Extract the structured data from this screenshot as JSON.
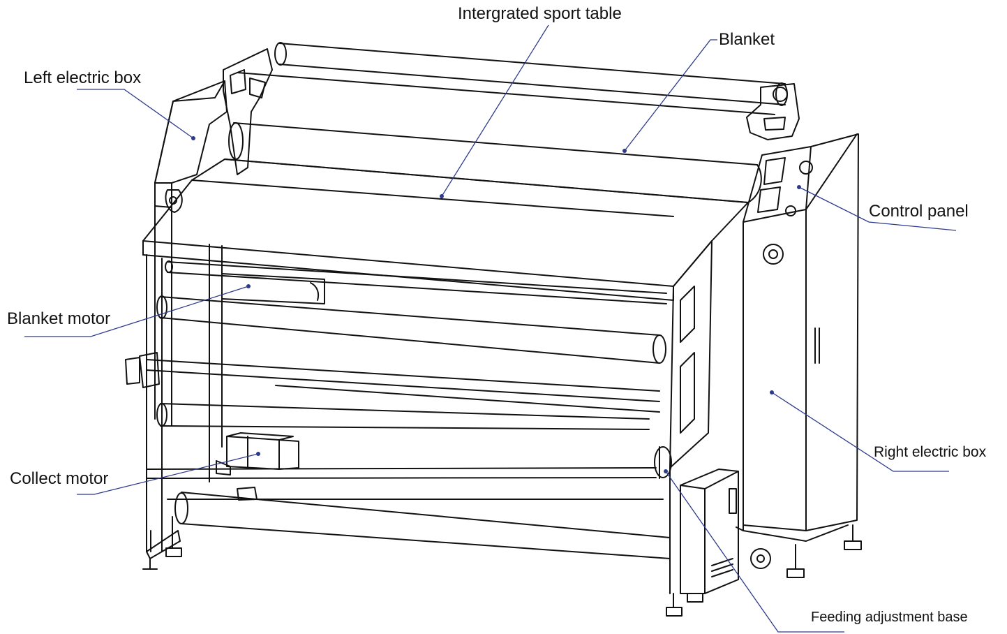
{
  "labels": {
    "integrated_table": "Intergrated sport table",
    "blanket": "Blanket",
    "left_box": "Left electric box",
    "control_panel": "Control panel",
    "blanket_motor": "Blanket motor",
    "collect_motor": "Collect motor",
    "right_box": "Right electric box",
    "feeding_base": "Feeding adjustment base"
  },
  "colors": {
    "line": "#111111",
    "leader": "#2d3a8c",
    "background": "#ffffff"
  }
}
